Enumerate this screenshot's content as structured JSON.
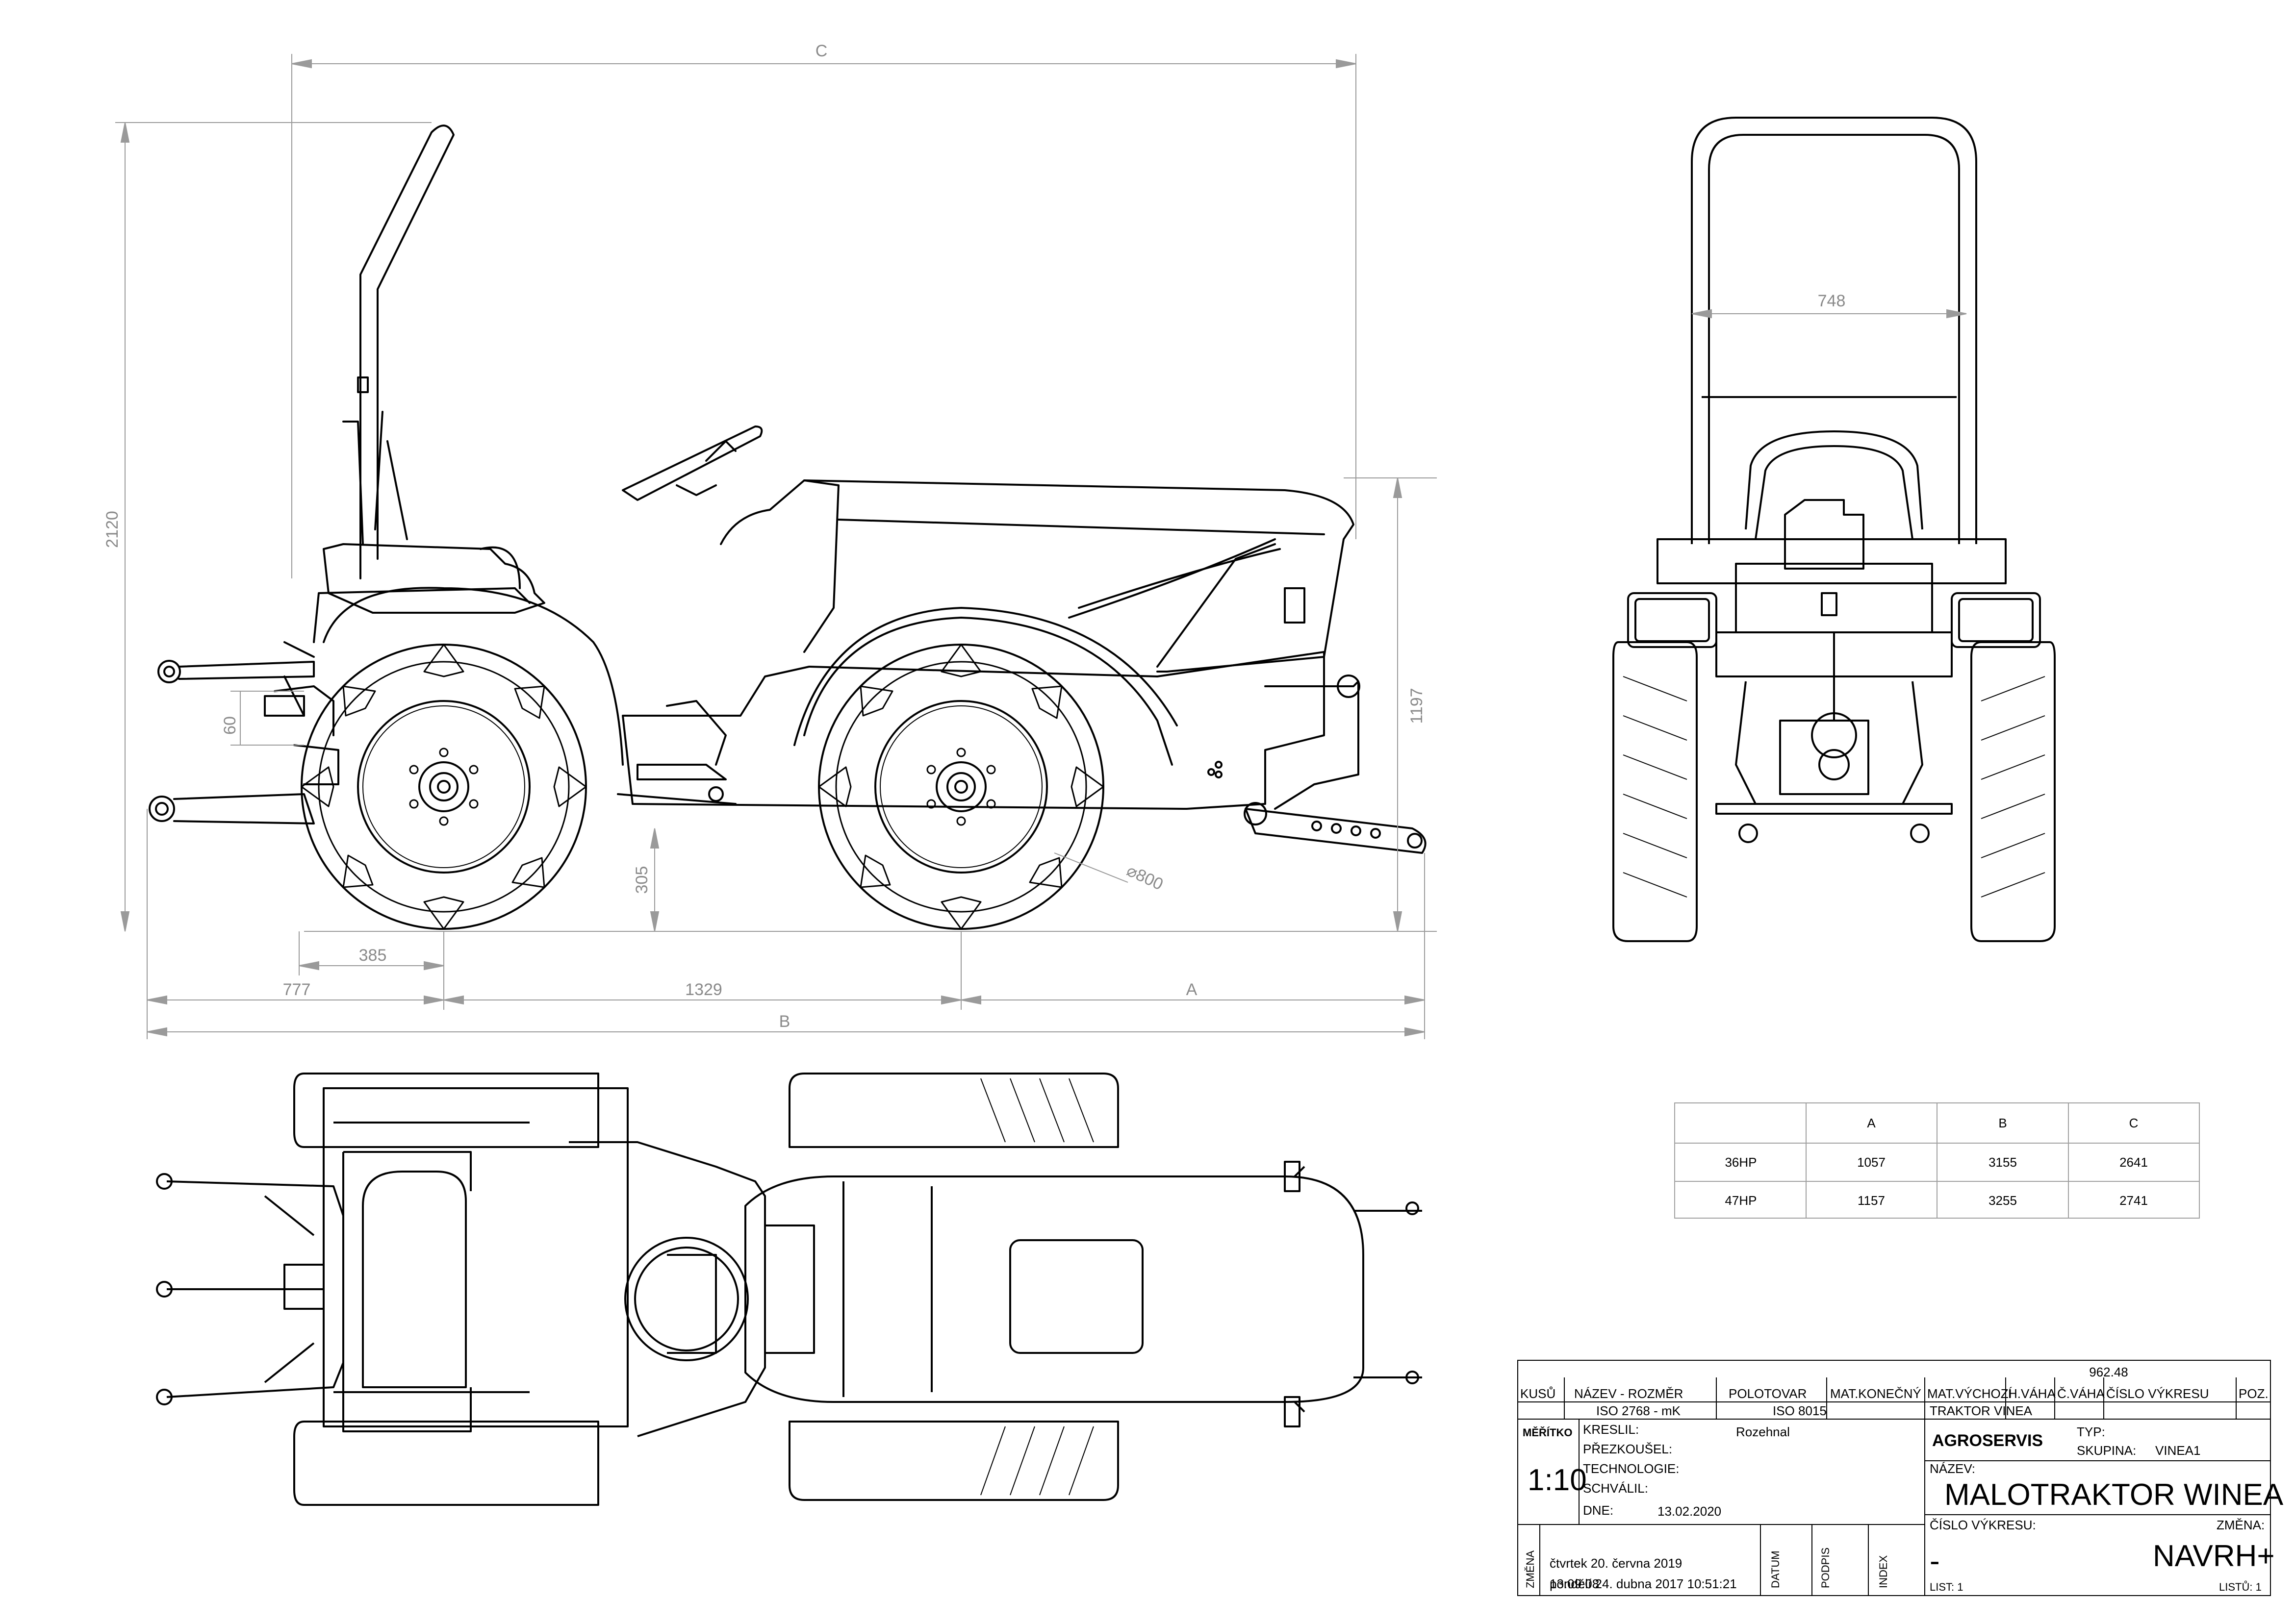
{
  "dimensions": {
    "c": "C",
    "height_total": "2120",
    "height_hood": "1197",
    "hitch": "60",
    "ground_clearance": "305",
    "wheel_diameter": "⌀800",
    "rear_overhang_axle": "385",
    "rear_overhang": "777",
    "wheelbase": "1329",
    "a": "A",
    "b": "B",
    "rops_width": "748"
  },
  "variant_table": {
    "headers": [
      "",
      "A",
      "B",
      "C"
    ],
    "rows": [
      [
        "36HP",
        "1057",
        "3155",
        "2641"
      ],
      [
        "47HP",
        "1157",
        "3255",
        "2741"
      ]
    ]
  },
  "title_block": {
    "weight": "962.48",
    "col_kusu": "KUSŮ",
    "col_nazev_rozmer": "NÁZEV - ROZMĚR",
    "col_polotovar": "POLOTOVAR",
    "col_mat_konecny": "MAT.KONEČNÝ",
    "col_mat_vychozi": "MAT.VÝCHOZÍ",
    "col_h_vaha": "H.VÁHA",
    "col_c_vaha": "Č.VÁHA",
    "col_cislo_vykresu": "ČÍSLO VÝKRESU",
    "col_poz": "POZ.",
    "iso_1": "ISO 2768 - mK",
    "iso_2": "ISO 8015",
    "project": "TRAKTOR VINEA",
    "meritko_label": "MĚŘÍTKO",
    "scale": "1:10",
    "kreslil_label": "KRESLIL:",
    "kreslil": "Rozehnal",
    "prezkousel_label": "PŘEZKOUŠEL:",
    "technologie_label": "TECHNOLOGIE:",
    "schvalil_label": "SCHVÁLIL:",
    "dne_label": "DNE:",
    "dne": "13.02.2020",
    "company": "AGROSERVIS",
    "typ_label": "TYP:",
    "skupina_label": "SKUPINA:",
    "skupina": "VINEA1",
    "nazev_label": "NÁZEV:",
    "nazev": "MALOTRAKTOR WINEA",
    "cislo_vykresu_label": "ČÍSLO VÝKRESU:",
    "zmena_label": "ZMĚNA:",
    "cislo_vykresu": "-",
    "zmena": "NAVRH+",
    "list_label": "LIST: 1",
    "listu_label": "LISTŮ: 1",
    "zmena_col": "ZMĚNA",
    "datum_col": "DATUM",
    "podpis_col": "PODPIS",
    "index_col": "INDEX",
    "date_line_1": "čtvrtek 20. června 2019",
    "date_line_2_a": "13:09:08",
    "date_line_2_b": "pondělí 24. dubna 2017 10:51:21"
  }
}
